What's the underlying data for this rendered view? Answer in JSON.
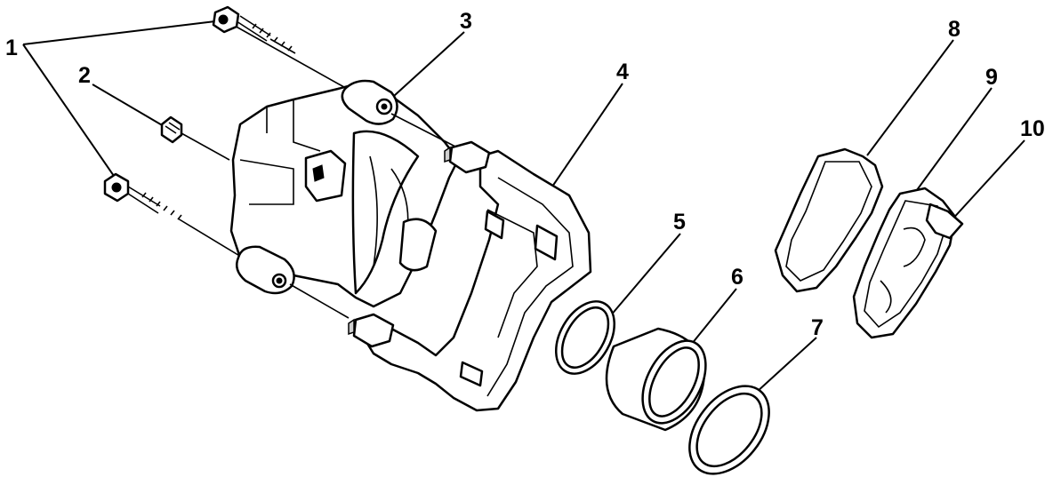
{
  "labels": [
    "1",
    "2",
    "3",
    "4",
    "5",
    "6",
    "7",
    "8",
    "9",
    "10"
  ],
  "icons": {
    "bolt_upper": "bolt-icon",
    "bolt_lower": "bolt-icon",
    "bleeder": "bleeder-valve-icon",
    "caliper": "caliper-housing-icon",
    "bracket": "caliper-bracket-icon",
    "seal": "piston-seal-icon",
    "piston": "piston-icon",
    "boot": "dust-boot-icon",
    "pad_outer": "brake-pad-icon",
    "pad_inner": "brake-pad-icon",
    "clip": "pad-clip-icon"
  }
}
